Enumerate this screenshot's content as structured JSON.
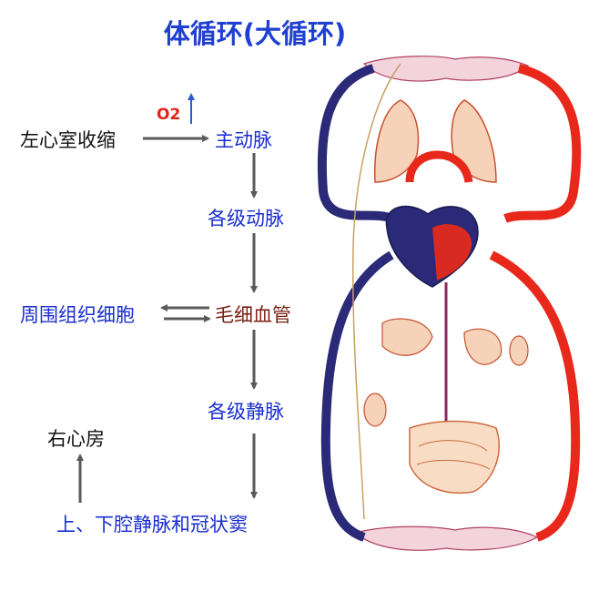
{
  "title": "体循环(大循环)",
  "o2_label": "O2",
  "steps": {
    "left_ventricle": "左心室收缩",
    "aorta": "主动脉",
    "arteries": "各级动脉",
    "tissue_cells": "周围组织细胞",
    "capillaries": "毛细血管",
    "veins": "各级静脉",
    "vena_cava": "上、下腔静脉和冠状窦",
    "right_atrium": "右心房"
  },
  "colors": {
    "title": "#1f3fd0",
    "step_text": "#1a2fd0",
    "arrow": "#5a5a5a",
    "oxygen": "#e0241b",
    "artery": "#e8281a",
    "vein": "#2a2a78"
  }
}
